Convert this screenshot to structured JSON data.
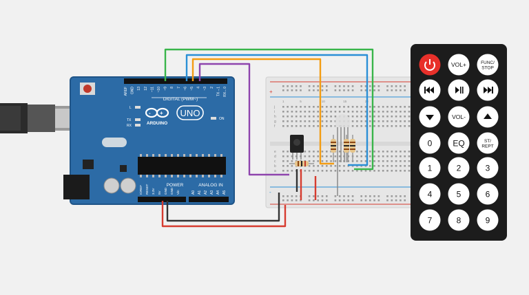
{
  "arduino": {
    "brand": "ARDUINO",
    "model": "UNO",
    "digital_label": "DIGITAL (PWM~)",
    "power_label": "POWER",
    "analog_label": "ANALOG IN",
    "on_label": "ON",
    "led_labels": [
      "L",
      "TX",
      "RX"
    ],
    "digital_pins": [
      "AREF",
      "GND",
      "13",
      "12",
      "~11",
      "~10",
      "~9",
      "8",
      "7",
      "~6",
      "~5",
      "4",
      "~3",
      "2",
      "TX→1",
      "RX←0"
    ],
    "power_pins": [
      "IOREF",
      "RESET",
      "3.3V",
      "5V",
      "GND",
      "GND",
      "Vin"
    ],
    "analog_pins": [
      "A0",
      "A1",
      "A2",
      "A3",
      "A4",
      "A5"
    ]
  },
  "breadboard": {
    "row_letters_top": [
      "j",
      "i",
      "h",
      "g",
      "f"
    ],
    "row_letters_bottom": [
      "e",
      "d",
      "c",
      "b",
      "a"
    ],
    "column_numbers": [
      "1",
      "5",
      "10",
      "15",
      "20"
    ],
    "rail_plus": "+",
    "rail_minus": "-"
  },
  "remote": {
    "buttons": [
      {
        "label": "",
        "icon": "power-icon"
      },
      {
        "label": "VOL+"
      },
      {
        "label": "FUNC/ STOP"
      },
      {
        "label": "",
        "icon": "rewind-icon"
      },
      {
        "label": "",
        "icon": "play-pause-icon"
      },
      {
        "label": "",
        "icon": "fast-forward-icon"
      },
      {
        "label": "",
        "icon": "down-icon"
      },
      {
        "label": "VOL-"
      },
      {
        "label": "",
        "icon": "up-icon"
      },
      {
        "label": "0"
      },
      {
        "label": "EQ"
      },
      {
        "label": "ST/ REPT"
      },
      {
        "label": "1"
      },
      {
        "label": "2"
      },
      {
        "label": "3"
      },
      {
        "label": "4"
      },
      {
        "label": "5"
      },
      {
        "label": "6"
      },
      {
        "label": "7"
      },
      {
        "label": "8"
      },
      {
        "label": "9"
      }
    ]
  },
  "colors": {
    "background": "#f1f1f1",
    "board": "#2c6ba6",
    "board_dark": "#1f5487",
    "breadboard": "#e6e6e6",
    "remote_body": "#1c1c1c",
    "remote_button": "#ffffff",
    "power_button": "#e8302a",
    "wire_green": "#39b54a",
    "wire_blue": "#2a8fd6",
    "wire_orange": "#f39c12",
    "wire_purple": "#8e44ad",
    "wire_red": "#d63b2f",
    "wire_black": "#333333"
  }
}
